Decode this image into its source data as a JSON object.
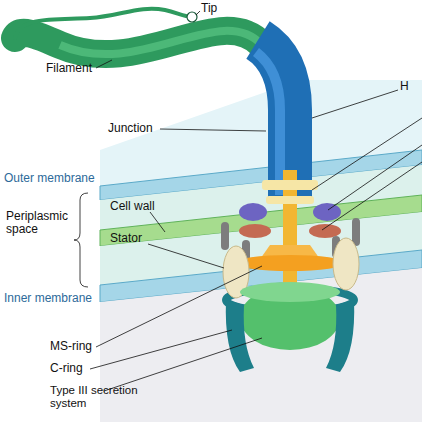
{
  "diagram": {
    "labels": [
      "Tip",
      "Filament",
      "H",
      "Junction",
      "Outer membrane",
      "Periplasmic space",
      "Cell wall",
      "Stator",
      "Inner membrane",
      "MS-ring",
      "C-ring",
      "Type III secretion system"
    ]
  }
}
